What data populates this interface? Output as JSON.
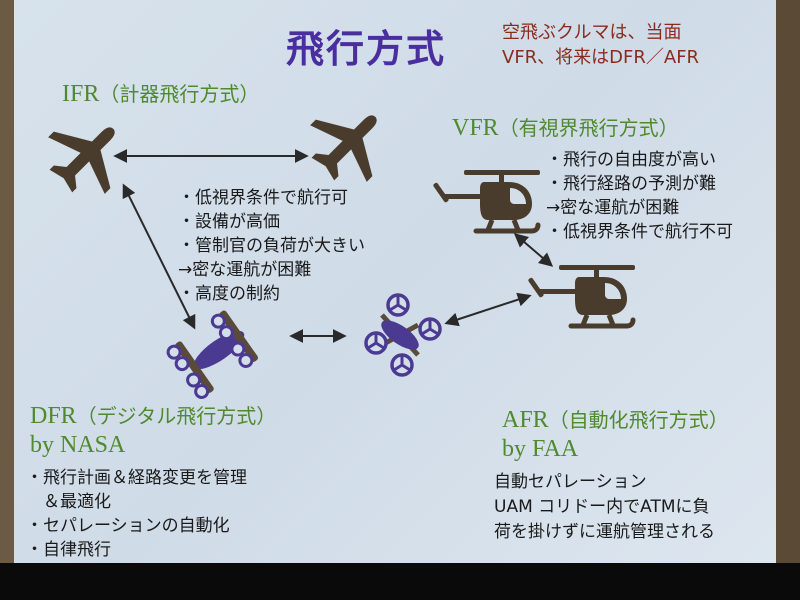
{
  "slide": {
    "title": "飛行方式",
    "note": [
      "空飛ぶクルマは、当面",
      "VFR、将来はDFR／AFR"
    ],
    "ifr": {
      "heading_en": "IFR",
      "heading_jp": "（計器飛行方式）",
      "points": [
        "・低視界条件で航行可",
        "・設備が高価",
        "・管制官の負荷が大きい",
        "→密な運航が困難",
        "・高度の制約"
      ]
    },
    "vfr": {
      "heading_en": "VFR",
      "heading_jp": "（有視界飛行方式）",
      "points": [
        "・飛行の自由度が高い",
        "・飛行経路の予測が難",
        "→密な運航が困難",
        "・低視界条件で航行不可"
      ]
    },
    "dfr": {
      "heading_en": "DFR",
      "heading_jp": "（デジタル飛行方式）",
      "by": "by NASA",
      "points": [
        "・飛行計画＆経路変更を管理",
        "　＆最適化",
        "・セパレーションの自動化",
        "・自律飛行"
      ]
    },
    "afr": {
      "heading_en": "AFR",
      "heading_jp": "（自動化飛行方式）",
      "by": "by FAA",
      "lines": [
        "自動セパレーション",
        "UAM コリドー内でATMに負",
        "荷を掛けずに運航管理される"
      ]
    },
    "icons": {
      "airplane": "airplane-icon",
      "helicopter": "helicopter-icon",
      "evtol": "evtol-multirotor-icon",
      "drone": "quadcopter-drone-icon"
    },
    "colors": {
      "title": "#4a2ea0",
      "note": "#8b2b1e",
      "heading": "#4f8a2e",
      "silhouette": "#4a3c2c",
      "drone": "#4b3a92",
      "text": "#1a1a1a"
    }
  }
}
